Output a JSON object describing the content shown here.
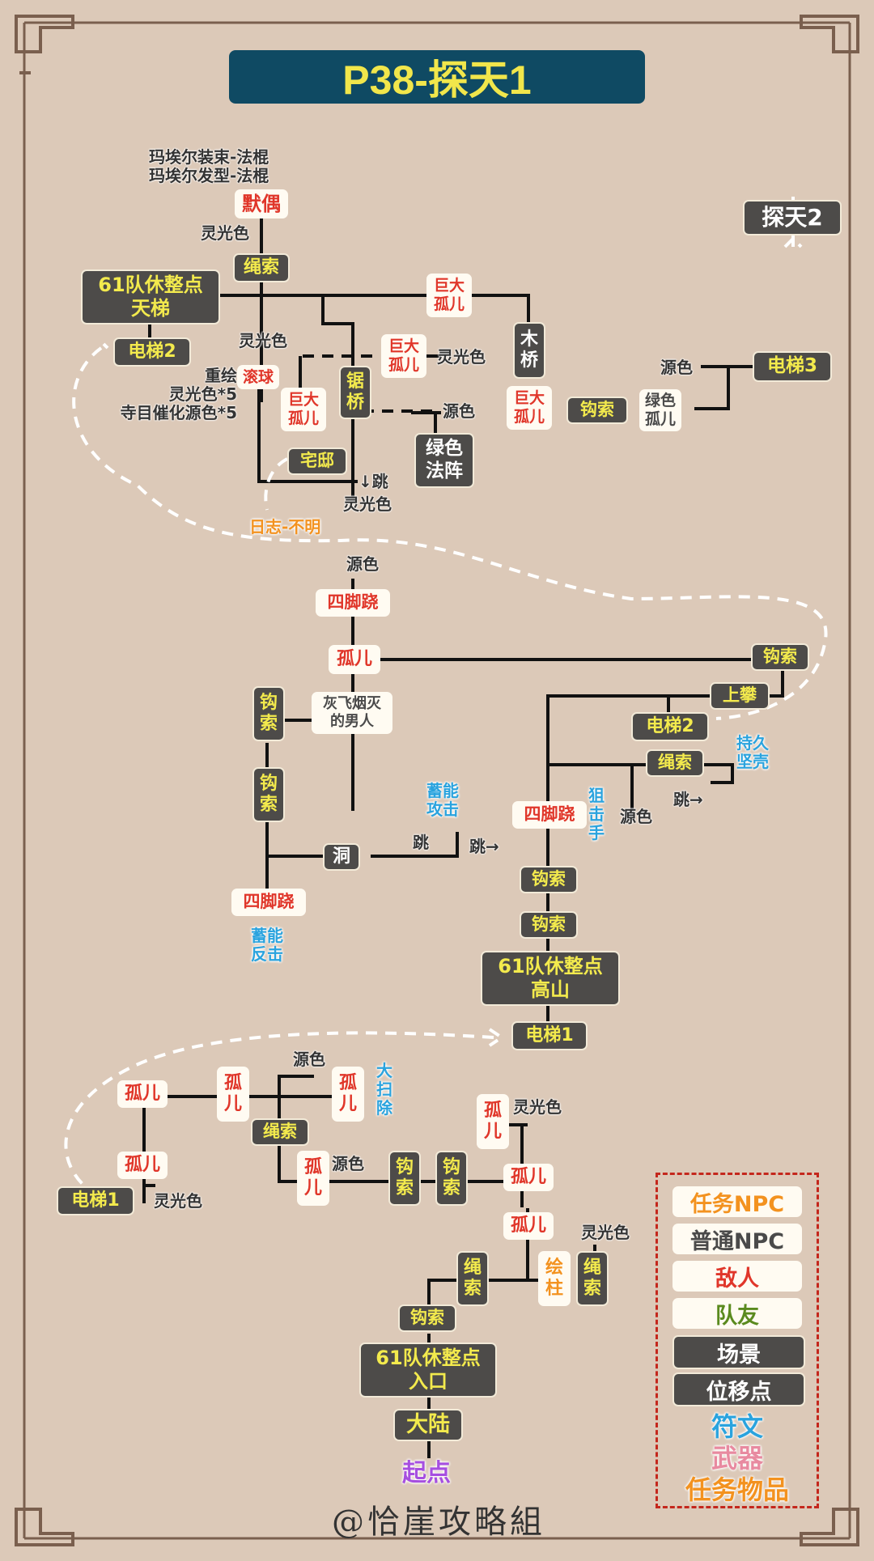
{
  "title": "P38-探天1",
  "credit": "@恰崖攻略組",
  "start": "起点",
  "nodes": {
    "puppet": "默偶",
    "rope_top": "绳索",
    "rest_tianti": "61队休整点\n天梯",
    "elev2_top": "电梯2",
    "giant1": "巨大\n孤儿",
    "giant2": "巨大\n孤儿",
    "giant3": "巨大\n孤儿",
    "giant4": "巨大\n孤儿",
    "saw_bridge": "锯\n桥",
    "wood_bridge": "木\n桥",
    "rolling_ball": "滚球",
    "mansion": "宅邸",
    "green_array": "绿色\n法阵",
    "green_orphan": "绿色\n孤儿",
    "hook_mid": "钩索",
    "elev3": "电梯3",
    "tantian2": "探天2",
    "quad1": "四脚跷",
    "orphan1": "孤儿",
    "hook_r1": "钩索",
    "climb": "上攀",
    "elev2_mid": "电梯2",
    "rope_r": "绳索",
    "hook_l1": "钩\n索",
    "hook_l2": "钩\n索",
    "ashes_man": "灰飞烟灭\n的男人",
    "cave": "洞",
    "quad2": "四脚跷",
    "quad3": "四脚跷",
    "hook_c1": "钩索",
    "hook_c2": "钩索",
    "rest_gaoshan": "61队休整点\n高山",
    "elev1_c": "电梯1",
    "elev1_l": "电梯1",
    "orphan_a": "孤儿",
    "orphan_b": "孤儿",
    "orphan_c": "孤\n儿",
    "orphan_d": "孤\n儿",
    "rope_b": "绳索",
    "orphan_e": "孤\n儿",
    "hook_b1": "钩\n索",
    "hook_b2": "钩\n索",
    "orphan_f": "孤\n儿",
    "orphan_g": "孤儿",
    "orphan_h": "孤儿",
    "rope_b2": "绳\n索",
    "paint_pillar": "绘\n柱",
    "rope_b3": "绳\n索",
    "hook_b3": "钩索",
    "rest_entry": "61队休整点\n入口",
    "continent": "大陆"
  },
  "labels": {
    "outfit": "玛埃尔装束-法棍\n玛埃尔发型-法棍",
    "glow1": "灵光色",
    "glow2": "灵光色",
    "glow3": "灵光色",
    "paint_list": "重绘\n灵光色*5\n寺目催化源色*5",
    "source1": "源色",
    "jump1": "↓跳",
    "glow4": "灵光色",
    "source2": "源色",
    "source3": "源色",
    "source4": "源色",
    "jump2": "跳→",
    "jump3": "跳",
    "jump4": "跳→",
    "source5": "源色",
    "glow5": "灵光色",
    "source6": "源色",
    "glow6": "灵光色",
    "glow7": "灵光色"
  },
  "runes": {
    "endure": "持久\n坚壳",
    "sniper": "狙\n击\n手",
    "charge_atk": "蓄能\n攻击",
    "charge_counter": "蓄能\n反击",
    "big_sweep": "大\n扫\n除"
  },
  "quest_items": {
    "diary": "日志-不明"
  },
  "legend": {
    "quest_npc": "任务NPC",
    "normal_npc": "普通NPC",
    "enemy": "敌人",
    "ally": "队友",
    "scene": "场景",
    "waypoint": "位移点",
    "rune": "符文",
    "weapon": "武器",
    "quest_item": "任务物品"
  },
  "colors": {
    "background": "#dcc9b8",
    "title_bg": "#0f4a63",
    "title_text": "#f1e64b",
    "scene_bg": "#4d4b49",
    "scene_text": "#f3ea4d",
    "enemy": "#e0362a",
    "quest_npc": "#f3921f",
    "ally": "#5a8a1e",
    "rune": "#2aa3de",
    "weapon": "#e88aa0",
    "start": "#a64fe0",
    "legend_border": "#c4271c"
  }
}
